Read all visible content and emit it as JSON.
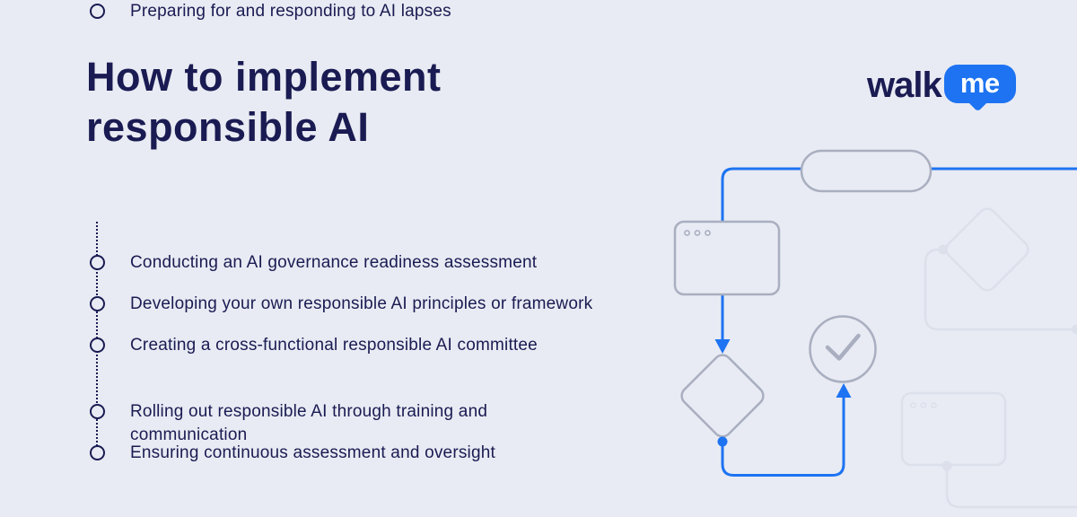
{
  "page": {
    "title": "How to implement\nresponsible AI"
  },
  "logo": {
    "word": "walk",
    "bubble": "me"
  },
  "steps": [
    {
      "lines": [
        "Conducting an AI governance readiness assessment"
      ]
    },
    {
      "lines": [
        "Developing your own responsible AI principles or framework"
      ]
    },
    {
      "lines": [
        "Creating a cross-functional responsible AI committee"
      ]
    },
    {
      "lines": [
        "Rolling out responsible AI through training and",
        "communication"
      ]
    },
    {
      "lines": [
        "Ensuring continuous assessment and oversight"
      ]
    },
    {
      "lines": [
        "Preparing for and responding to AI lapses"
      ]
    }
  ],
  "illustration": {
    "icons": [
      "pill-node-shape",
      "browser-window-icon",
      "decision-diamond-icon",
      "check-circle-icon",
      "faint-decision-diamond-icon",
      "faint-browser-window-icon"
    ]
  },
  "colors": {
    "background": "#e8ebf3",
    "navy": "#1a1b52",
    "blue": "#1d73f2",
    "gray_stroke": "#a9afc0",
    "faint_stroke": "#dce0eb",
    "bubble_text": "#ffffff"
  }
}
